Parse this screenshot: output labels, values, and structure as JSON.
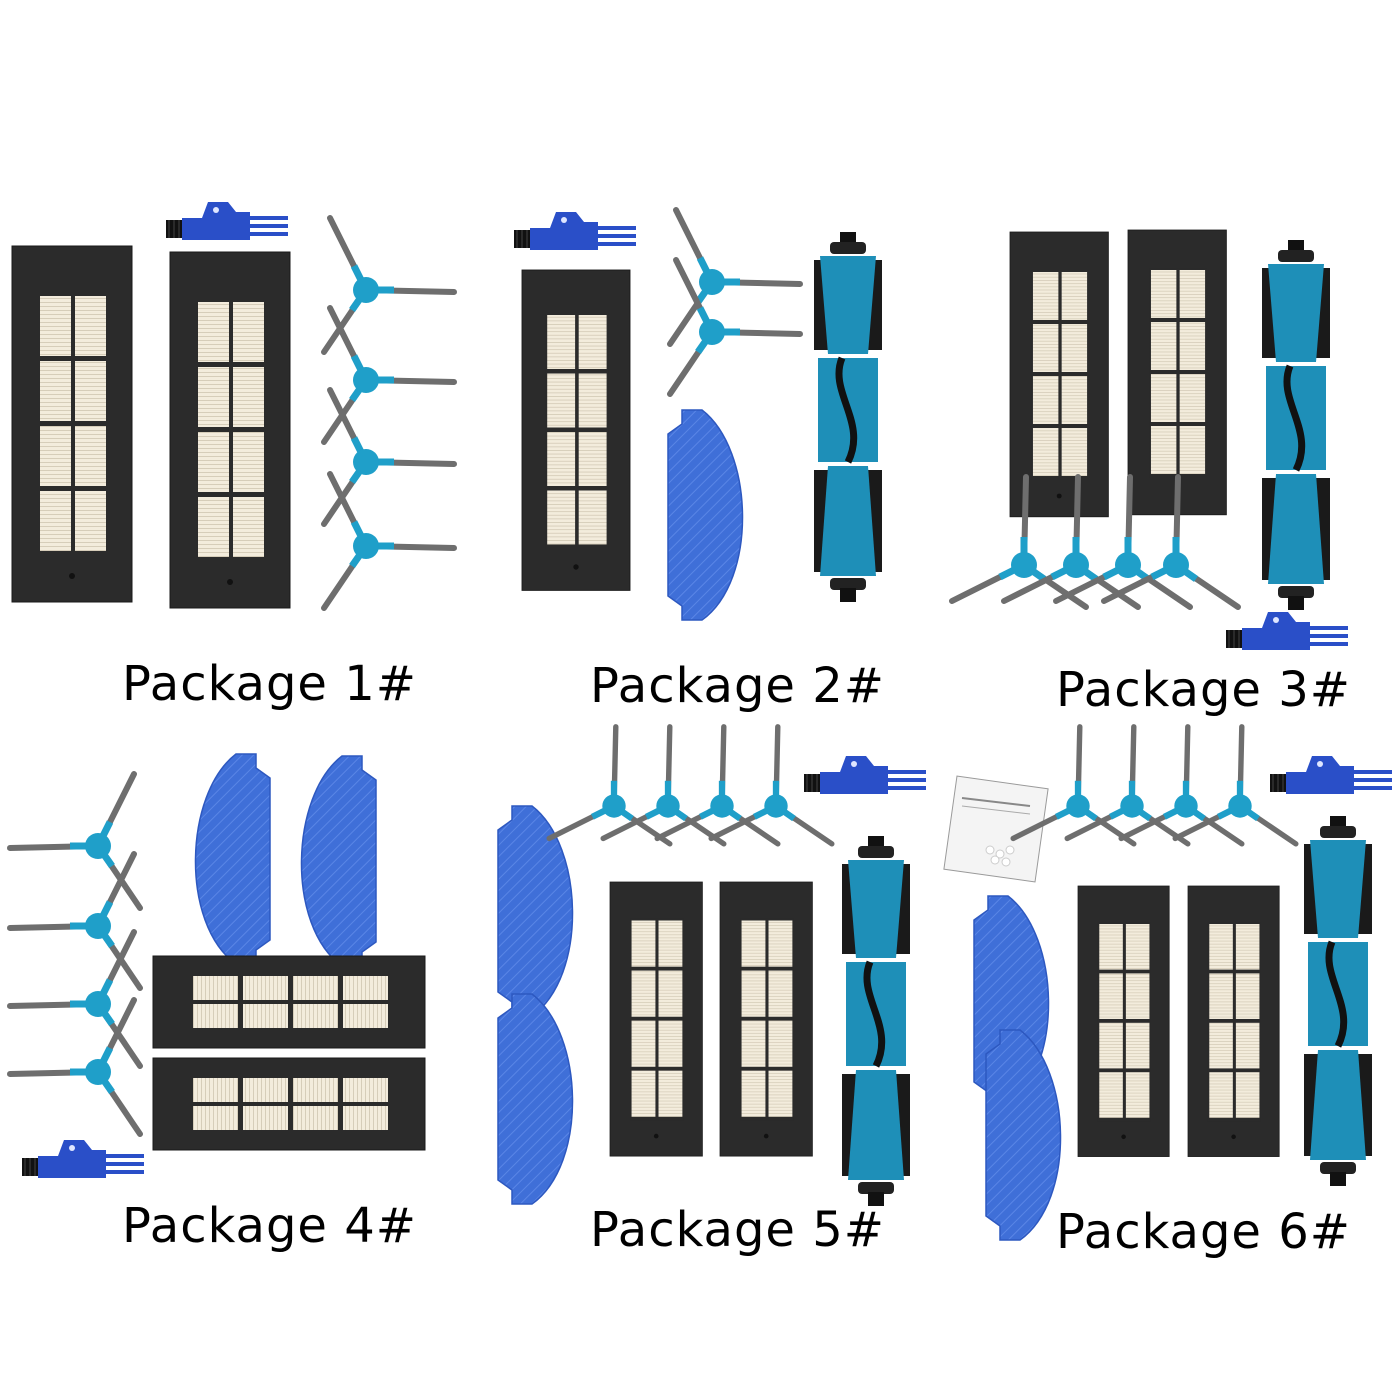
{
  "packages": [
    {
      "label": "Package 1#"
    },
    {
      "label": "Package 2#"
    },
    {
      "label": "Package 3#"
    },
    {
      "label": "Package 4#"
    },
    {
      "label": "Package 5#"
    },
    {
      "label": "Package 6#"
    }
  ],
  "colors": {
    "background": "#ffffff",
    "filter_frame": "#2b2b2b",
    "filter_media": "#f2ead8",
    "brush_hub": "#1f9fc9",
    "brush_arm": "#6e6e6e",
    "mop_pad": "#3f6fd8",
    "roller": "#1e8fb8",
    "bristles": "#1a1a1a",
    "cleaning_tool": "#2a4fc8"
  },
  "components": [
    "hepa-filter",
    "side-brush",
    "cleaning-tool",
    "mop-pad",
    "main-roller-brush",
    "deodorant-packet"
  ]
}
